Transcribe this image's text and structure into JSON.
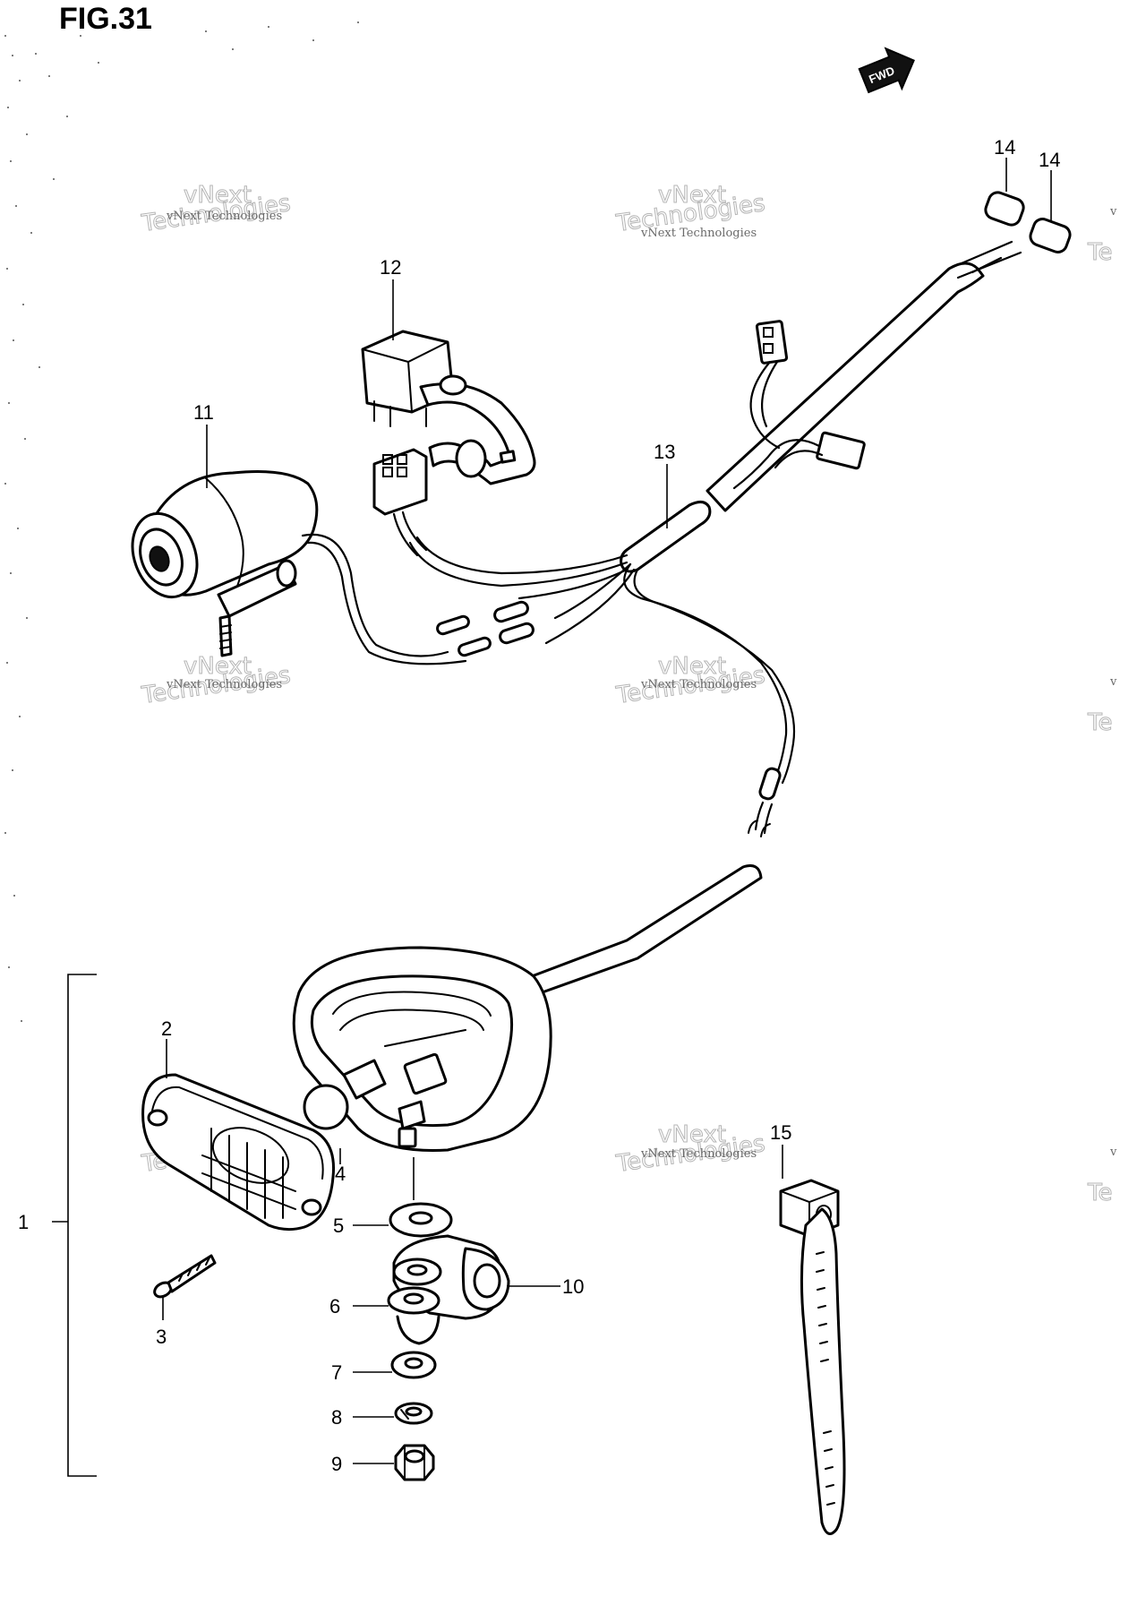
{
  "figure": {
    "title": "FIG.31",
    "direction_label": "FWD"
  },
  "callouts": {
    "p1": "1",
    "p2": "2",
    "p3": "3",
    "p4": "4",
    "p5": "5",
    "p6": "6",
    "p7": "7",
    "p8": "8",
    "p9": "9",
    "p10": "10",
    "p11": "11",
    "p12": "12",
    "p13": "13",
    "p14a": "14",
    "p14b": "14",
    "p15": "15"
  },
  "watermark": {
    "small": "vNext Technologies",
    "large_line1": "vNext",
    "large_line2": "Technologies",
    "edge_small": "v",
    "edge_large": "Te"
  }
}
